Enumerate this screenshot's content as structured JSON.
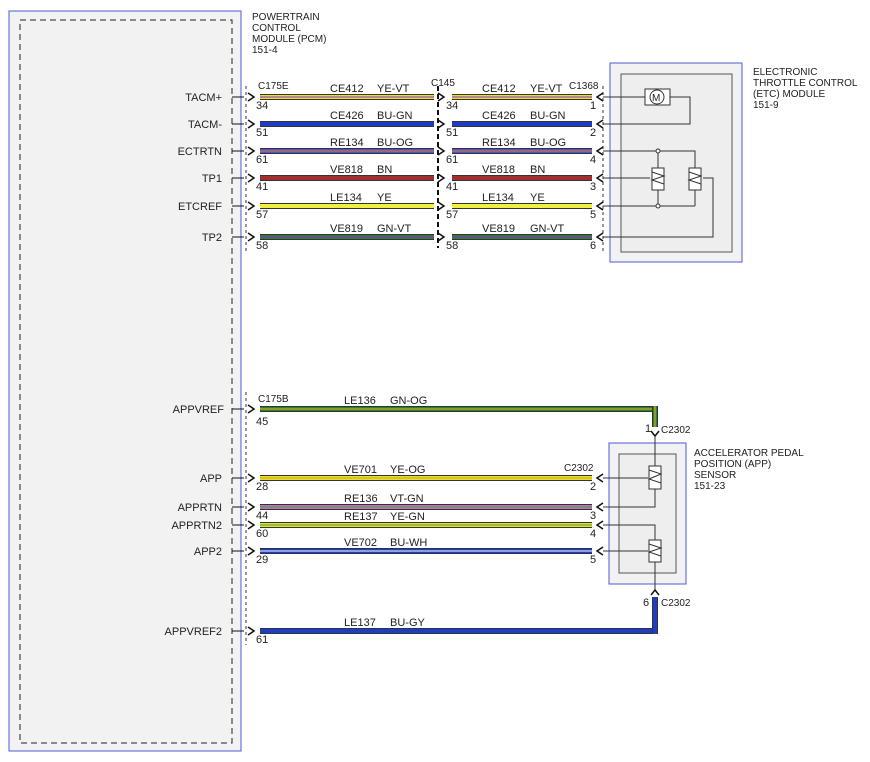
{
  "pcm": {
    "lines": [
      "POWERTRAIN",
      "CONTROL",
      "MODULE (PCM)",
      "151-4"
    ]
  },
  "etc": {
    "lines": [
      "ELECTRONIC",
      "THROTTLE CONTROL",
      "(ETC) MODULE",
      "151-9"
    ]
  },
  "app_sensor": {
    "lines": [
      "ACCELERATOR PEDAL",
      "POSITION (APP)",
      "SENSOR",
      "151-23"
    ]
  },
  "connectors": {
    "c175e": "C175E",
    "c145": "C145",
    "c1368": "C1368",
    "c175b": "C175B",
    "c2302_top": "C2302",
    "c2302_mid": "C2302",
    "c2302_bot": "C2302"
  },
  "motor_symbol": "M",
  "upper_circuits": [
    {
      "signal": "TACM+",
      "pcm_pin": "34",
      "c145_pin": "34",
      "circuit": "CE412",
      "color_code": "YE-VT",
      "etc_pin": "1",
      "wire_color": "#e8e02a",
      "stripe": "#8a2be2"
    },
    {
      "signal": "TACM-",
      "pcm_pin": "51",
      "c145_pin": "51",
      "circuit": "CE426",
      "color_code": "BU-GN",
      "etc_pin": "2",
      "wire_color": "#1e3cc8",
      "stripe": "#1e3cc8"
    },
    {
      "signal": "ECTRTN",
      "pcm_pin": "61",
      "c145_pin": "61",
      "circuit": "RE134",
      "color_code": "BU-OG",
      "etc_pin": "4",
      "wire_color": "#5050d0",
      "stripe": "#e08030"
    },
    {
      "signal": "TP1",
      "pcm_pin": "41",
      "c145_pin": "41",
      "circuit": "VE818",
      "color_code": "BN",
      "etc_pin": "3",
      "wire_color": "#a03030",
      "stripe": "#a03030"
    },
    {
      "signal": "ETCREF",
      "pcm_pin": "57",
      "c145_pin": "57",
      "circuit": "LE134",
      "color_code": "YE",
      "etc_pin": "5",
      "wire_color": "#f0f040",
      "stripe": "#f0f040"
    },
    {
      "signal": "TP2",
      "pcm_pin": "58",
      "c145_pin": "58",
      "circuit": "VE819",
      "color_code": "GN-VT",
      "etc_pin": "6",
      "wire_color": "#2e7d32",
      "stripe": "#8a2be2"
    }
  ],
  "appvref": {
    "signal": "APPVREF",
    "pcm_pin": "45",
    "circuit": "LE136",
    "color_code": "GN-OG",
    "sensor_pin": "1",
    "wire_color": "#2e7d32",
    "stripe": "#e0c020"
  },
  "lower_circuits": [
    {
      "signal": "APP",
      "pcm_pin": "28",
      "circuit": "VE701",
      "color_code": "YE-OG",
      "sensor_pin": "2",
      "wire_color": "#e8e02a",
      "stripe": "#d0a020"
    },
    {
      "signal": "APPRTN",
      "pcm_pin": "44",
      "circuit": "RE136",
      "color_code": "VT-GN",
      "sensor_pin": "3",
      "wire_color": "#c070c0",
      "stripe": "#40a040"
    },
    {
      "signal": "APPRTN2",
      "pcm_pin": "60",
      "circuit": "RE137",
      "color_code": "YE-GN",
      "sensor_pin": "4",
      "wire_color": "#e8e02a",
      "stripe": "#40a040"
    },
    {
      "signal": "APP2",
      "pcm_pin": "29",
      "circuit": "VE702",
      "color_code": "BU-WH",
      "sensor_pin": "5",
      "wire_color": "#1e3cc8",
      "stripe": "#ffffff"
    }
  ],
  "appvref2": {
    "signal": "APPVREF2",
    "pcm_pin": "61",
    "circuit": "LE137",
    "color_code": "BU-GY",
    "sensor_pin": "6",
    "wire_color": "#1e3cc8",
    "stripe": "#1e3cc8"
  }
}
